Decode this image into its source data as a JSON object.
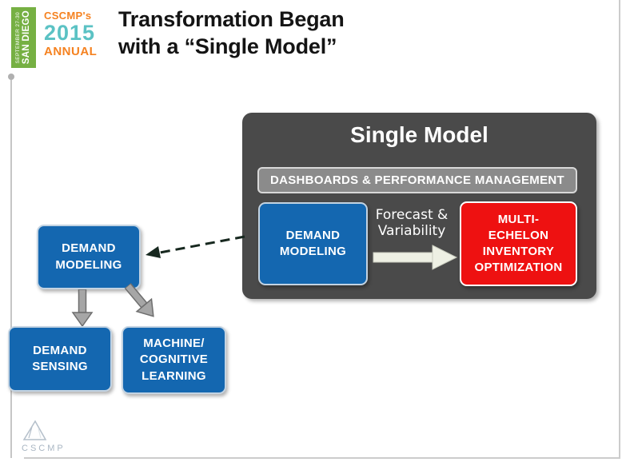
{
  "header": {
    "badge": {
      "dates": "SEPTEMBER 27-30",
      "city": "SAN DIEGO",
      "bg_color": "#76b043"
    },
    "brand": {
      "name": "CSCMP's",
      "year": "2015",
      "event": "ANNUAL",
      "orange_color": "#f58220",
      "teal_color": "#5bc2c4"
    },
    "title": "Transformation Began\nwith a “Single Model”"
  },
  "diagram": {
    "single_model": {
      "title": "Single Model",
      "bg_color": "#4a4a4a",
      "dashboard_bar": {
        "label": "DASHBOARDS & PERFORMANCE MANAGEMENT",
        "bg_color": "#8b8b8b"
      },
      "demand_modeling": {
        "label": "DEMAND\nMODELING",
        "bg_color": "#1467b0"
      },
      "flow_label": "Forecast &\nVariability",
      "meio": {
        "label": "MULTI-\nECHELON\nINVENTORY\nOPTIMIZATION",
        "bg_color": "#ee1111"
      }
    },
    "outer": {
      "demand_modeling": {
        "label": "DEMAND\nMODELING",
        "bg_color": "#1467b0"
      },
      "demand_sensing": {
        "label": "DEMAND\nSENSING",
        "bg_color": "#1467b0"
      },
      "machine_learning": {
        "label": "MACHINE/\nCOGNITIVE\nLEARNING",
        "bg_color": "#1467b0"
      }
    }
  },
  "footer": {
    "logo_text": "CSCMP"
  }
}
